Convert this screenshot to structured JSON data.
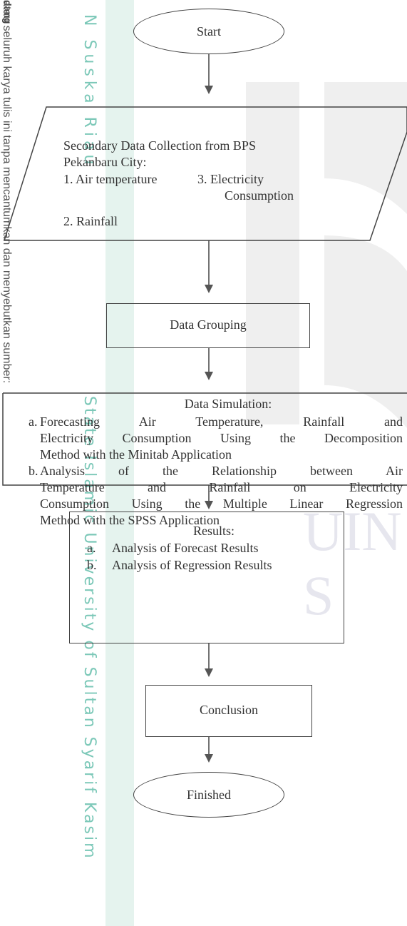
{
  "watermark": {
    "left_bold": "dang",
    "left_lines": [
      "atau seluruh karya tulis ini tanpa mencantumkan dan menyebutkan sumber:",
      "di",
      "c"
    ],
    "vertical_top": "N Suska Riau",
    "vertical_bottom": "State Islamic University of Sultan Syarif Kasim",
    "right_text": "UIN S"
  },
  "flowchart": {
    "start": "Start",
    "input": {
      "title_line1": "Secondary Data Collection from BPS",
      "title_line2": "Pekanbaru City:",
      "item1": "1. Air temperature",
      "item3a": "3. Electricity",
      "item3b": "Consumption",
      "item2": "2. Rainfall"
    },
    "grouping": "Data Grouping",
    "simulation": {
      "title": "Data Simulation:",
      "a_marker": "a.",
      "a_lines": [
        "Forecasting Air Temperature, Rainfall and",
        "Electricity Consumption Using the Decomposition",
        "Method with the Minitab Application"
      ],
      "b_marker": "b.",
      "b_lines": [
        "Analysis of the Relationship between Air",
        "Temperature and Rainfall on Electricity",
        "Consumption Using the Multiple Linear Regression",
        "Method with the SPSS Application"
      ]
    },
    "results": {
      "title": "Results:",
      "a_marker": "a.",
      "a": "Analysis of Forecast Results",
      "b_marker": "b.",
      "b": "Analysis of Regression Results"
    },
    "conclusion": "Conclusion",
    "finished": "Finished"
  },
  "colors": {
    "watermark_teal": "#7cc8b8",
    "watermark_gray": "#eeeeee",
    "stroke": "#444444"
  }
}
